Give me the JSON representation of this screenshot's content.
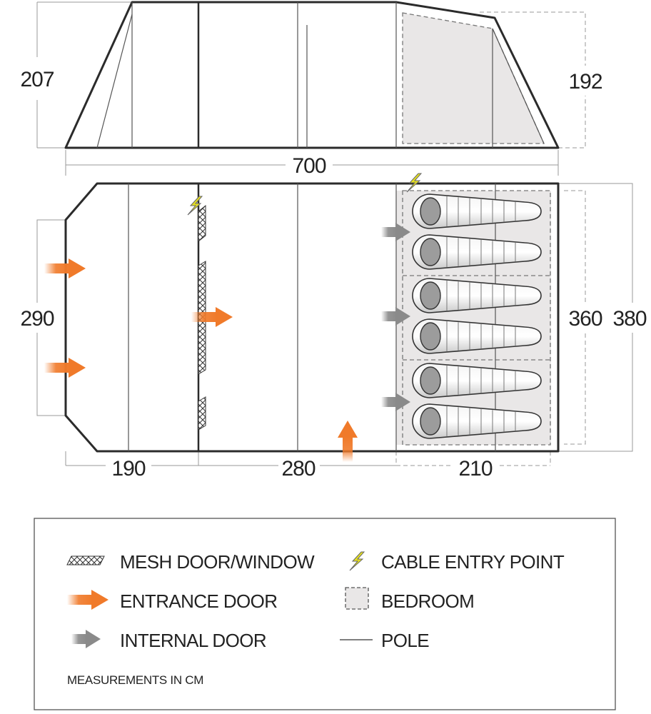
{
  "dimensions": {
    "height_left": "207",
    "height_right": "192",
    "total_length": "700",
    "width_front": "290",
    "width_bedroom": "360",
    "width_total": "380",
    "section_1": "190",
    "section_2": "280",
    "section_3": "210"
  },
  "sleeping_bags": 6,
  "legend": {
    "items": [
      {
        "icon": "mesh-icon",
        "label": "MESH DOOR/WINDOW"
      },
      {
        "icon": "entrance-arrow-icon",
        "label": "ENTRANCE DOOR"
      },
      {
        "icon": "internal-arrow-icon",
        "label": "INTERNAL DOOR"
      },
      {
        "icon": "lightning-icon",
        "label": "CABLE ENTRY POINT"
      },
      {
        "icon": "bedroom-icon",
        "label": "BEDROOM"
      },
      {
        "icon": "pole-icon",
        "label": "POLE"
      }
    ],
    "note": "MEASUREMENTS IN CM"
  },
  "colors": {
    "outline": "#2b2b2b",
    "thin_line": "#555555",
    "dimension_line": "#999999",
    "bedroom_fill": "#e9e7e7",
    "entrance_arrow": "#f07a2a",
    "internal_arrow": "#8a8a8a",
    "lightning": "#e6e020"
  }
}
